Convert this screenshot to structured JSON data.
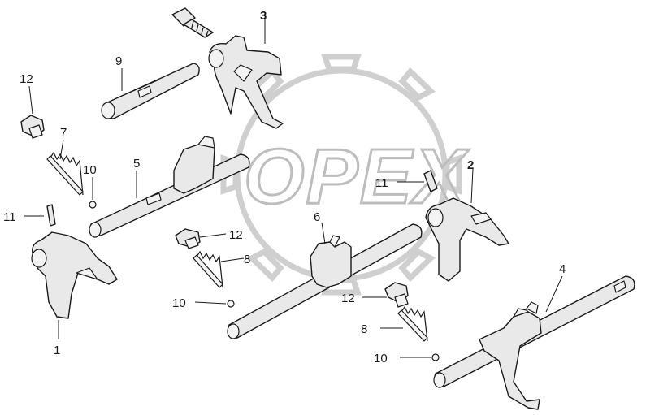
{
  "watermark": {
    "text": "OPEX"
  },
  "callouts": [
    {
      "id": "c1",
      "label": "1"
    },
    {
      "id": "c2",
      "label": "2"
    },
    {
      "id": "c3",
      "label": "3"
    },
    {
      "id": "c4",
      "label": "4"
    },
    {
      "id": "c5",
      "label": "5"
    },
    {
      "id": "c6",
      "label": "6"
    },
    {
      "id": "c7",
      "label": "7"
    },
    {
      "id": "c8a",
      "label": "8"
    },
    {
      "id": "c8b",
      "label": "8"
    },
    {
      "id": "c9",
      "label": "9"
    },
    {
      "id": "c10a",
      "label": "10"
    },
    {
      "id": "c10b",
      "label": "10"
    },
    {
      "id": "c10c",
      "label": "10"
    },
    {
      "id": "c11a",
      "label": "11"
    },
    {
      "id": "c11b",
      "label": "11"
    },
    {
      "id": "c12a",
      "label": "12"
    },
    {
      "id": "c12b",
      "label": "12"
    },
    {
      "id": "c12c",
      "label": "12"
    }
  ]
}
